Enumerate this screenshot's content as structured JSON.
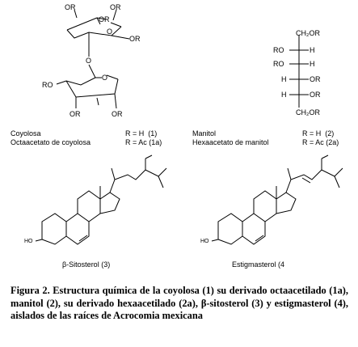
{
  "coyolosa": {
    "atoms": {
      "or1": "OR",
      "or2": "OR",
      "or3": "OR",
      "or4": "OR",
      "o_ring_top": "O",
      "o_link": "O",
      "ro": "RO",
      "o_ring_bot": "O",
      "or5": "OR",
      "or6": "OR"
    },
    "name1": "Coyolosa",
    "name2": "Octaacetato de coyolosa",
    "r1": "R = H  (1)",
    "r2": "R = Ac (1a)"
  },
  "manitol": {
    "atoms": {
      "top": "CH₂OR",
      "ro1": "RO",
      "ro2": "RO",
      "h1": "H",
      "h2": "H",
      "h3": "H",
      "h4": "H",
      "or1": "OR",
      "or2": "OR",
      "bottom": "CH₂OR"
    },
    "name1": "Manitol",
    "name2": "Hexaacetato de manitol",
    "r1": "R = H  (2)",
    "r2": "R = Ac (2a)"
  },
  "sitosterol": {
    "ho": "HO",
    "name": "β-Sitosterol (3)"
  },
  "stigmasterol": {
    "ho": "HO",
    "name": "Estigmasterol (4"
  },
  "caption": "Figura 2. Estructura química de la coyolosa (1) su derivado octaacetilado (1a), manitol (2), su derivado hexaacetilado (2a), β-sitosterol (3) y estigmasterol (4), aislados de las raíces de Acrocomia mexicana"
}
